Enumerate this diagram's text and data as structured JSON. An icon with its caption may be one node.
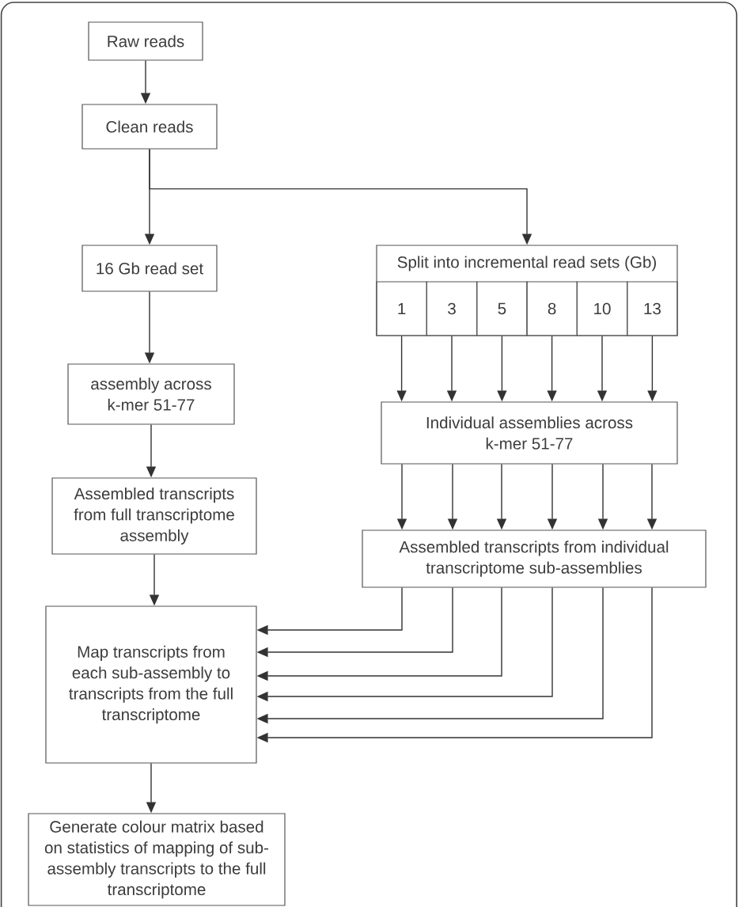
{
  "diagram": {
    "nodes": [
      {
        "text": [
          "Raw reads"
        ]
      },
      {
        "text": [
          "Clean reads"
        ]
      },
      {
        "text": [
          "16 Gb read set"
        ]
      },
      {
        "text": [
          "Split into incremental read sets (Gb)"
        ]
      },
      {
        "text": [
          "1"
        ],
        "in": 3
      },
      {
        "text": [
          "3"
        ],
        "in": 3
      },
      {
        "text": [
          "5"
        ],
        "in": 3
      },
      {
        "text": [
          "8"
        ],
        "in": 3
      },
      {
        "text": [
          "10"
        ],
        "in": 3
      },
      {
        "text": [
          "13"
        ],
        "in": 3
      },
      {
        "text": [
          "assembly across k-mer 51-77"
        ]
      },
      {
        "text": [
          "Individual assemblies across k-mer 51-77"
        ]
      },
      {
        "text": [
          "Assembled transcripts from full transcriptome assembly"
        ]
      },
      {
        "text": [
          "Assembled transcripts from individual transcriptome sub-assemblies"
        ]
      },
      {
        "text": [
          "Map transcripts from each sub-assembly to transcripts from the full transcriptome"
        ]
      },
      {
        "text": [
          "Generate colour matrix based on statistics of mapping of sub-assembly transcripts to the full transcriptome"
        ]
      }
    ],
    "edges": [
      {
        "from": 0,
        "to": 1,
        "arrow": "to"
      },
      {
        "from": 1,
        "to": 2,
        "arrow": "to"
      },
      {
        "from": 1,
        "to": 3,
        "arrow": "to"
      },
      {
        "from": 2,
        "to": 10,
        "arrow": "to"
      },
      {
        "from": 4,
        "to": 11,
        "arrow": "to"
      },
      {
        "from": 5,
        "to": 11,
        "arrow": "to"
      },
      {
        "from": 6,
        "to": 11,
        "arrow": "to"
      },
      {
        "from": 7,
        "to": 11,
        "arrow": "to"
      },
      {
        "from": 8,
        "to": 11,
        "arrow": "to"
      },
      {
        "from": 9,
        "to": 11,
        "arrow": "to"
      },
      {
        "from": 10,
        "to": 12,
        "arrow": "to"
      },
      {
        "from": 11,
        "to": 13,
        "arrow": "to"
      },
      {
        "from": 11,
        "to": 13,
        "arrow": "to"
      },
      {
        "from": 11,
        "to": 13,
        "arrow": "to"
      },
      {
        "from": 11,
        "to": 13,
        "arrow": "to"
      },
      {
        "from": 11,
        "to": 13,
        "arrow": "to"
      },
      {
        "from": 11,
        "to": 13,
        "arrow": "to"
      },
      {
        "from": 12,
        "to": 14,
        "arrow": "to"
      },
      {
        "from": 13,
        "to": 14,
        "arrow": "to"
      },
      {
        "from": 13,
        "to": 14,
        "arrow": "to"
      },
      {
        "from": 13,
        "to": 14,
        "arrow": "to"
      },
      {
        "from": 13,
        "to": 14,
        "arrow": "to"
      },
      {
        "from": 13,
        "to": 14,
        "arrow": "to"
      },
      {
        "from": 13,
        "to": 14,
        "arrow": "to"
      },
      {
        "from": 14,
        "to": 15,
        "arrow": "to"
      }
    ]
  }
}
